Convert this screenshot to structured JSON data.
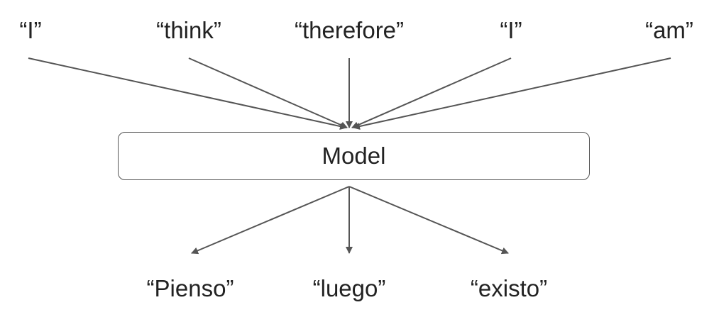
{
  "inputs": [
    "“I”",
    "“think”",
    "“therefore”",
    "“I”",
    "“am”"
  ],
  "model": {
    "label": "Model"
  },
  "outputs": [
    "“Pienso”",
    "“luego”",
    "“existo”"
  ],
  "colors": {
    "arrow": "#555555",
    "text": "#222222",
    "box_border": "#555555"
  }
}
